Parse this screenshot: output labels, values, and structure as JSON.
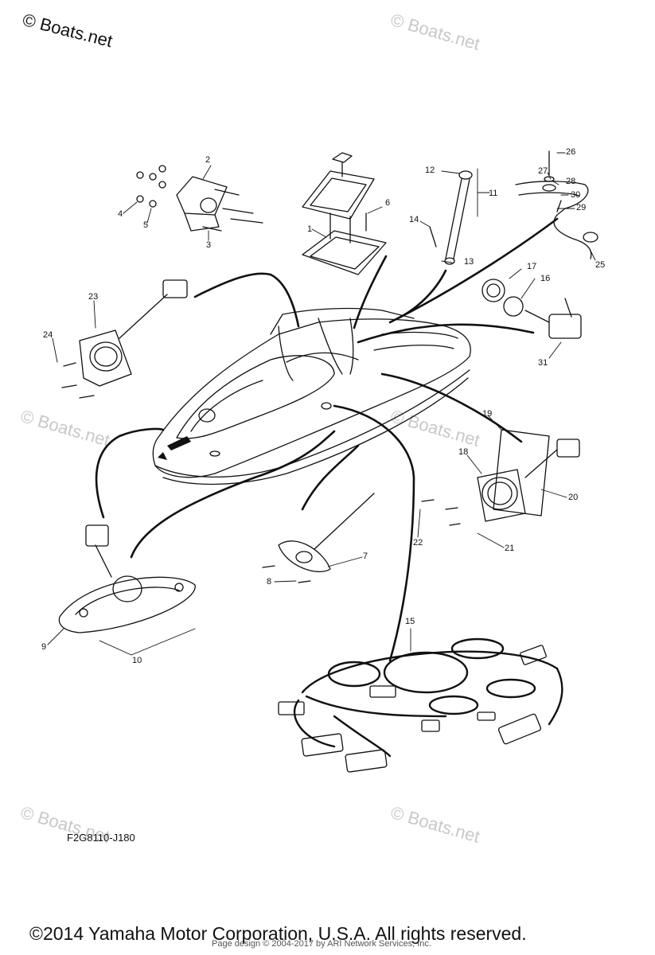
{
  "brand_watermark": "© Boats.net",
  "watermarks": [
    "© Boats.net",
    "© Boats.net",
    "© Boats.net",
    "© Boats.net",
    "© Boats.net"
  ],
  "callouts": [
    "1",
    "2",
    "3",
    "4",
    "5",
    "6",
    "7",
    "8",
    "9",
    "10",
    "11",
    "12",
    "13",
    "14",
    "15",
    "16",
    "17",
    "18",
    "19",
    "20",
    "21",
    "22",
    "23",
    "24",
    "25",
    "26",
    "27",
    "28",
    "29",
    "30",
    "31"
  ],
  "part_code": "F2G8110-J180",
  "copyright": "©2014 Yamaha Motor Corporation, U.S.A. All rights reserved.",
  "page_design": "Page design © 2004-2017 by ARI Network Services, Inc.",
  "colors": {
    "ink": "#111111",
    "watermark": "#c8c8c8"
  }
}
